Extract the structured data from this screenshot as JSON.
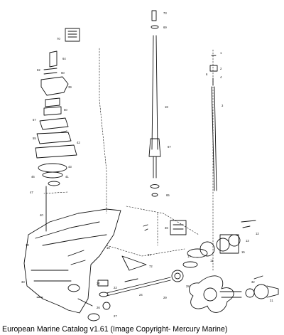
{
  "caption": "European Marine Catalog v1.61 (Image Copyright- Mercury Marine)",
  "callouts": {
    "shaft_top": "73",
    "shaft_seal": "69",
    "driveshaft": "18",
    "shaft_lower_a": "67",
    "shaft_lower_b": "65",
    "decal_top": "70",
    "bushing": "64",
    "screw_a": "62",
    "screw_b": "60",
    "pump_base": "39",
    "impeller_a": "50",
    "impeller_b": "57",
    "plate_a": "55",
    "plate_b": "42",
    "seal_a": "43",
    "oring_a": "46",
    "oring_b": "41",
    "washer_a": "47",
    "shift_rod": "40",
    "housing_a": "10",
    "housing_b": "33",
    "housing_c": "16",
    "shift_a": "1",
    "shift_b": "2",
    "shift_c": "4",
    "shift_d": "6",
    "shift_rod_right": "3",
    "decal_right": "36",
    "seal_right_a": "13",
    "seal_right_b": "15",
    "seal_right_c": "12",
    "bearing_a": "11",
    "bearing_b": "17",
    "gear_a": "27",
    "gear_b": "22",
    "gear_c": "24",
    "gear_d": "29",
    "prop_shaft": "28",
    "prop_nut": "31",
    "prop_washer": "32",
    "anode": "37",
    "fin": "72",
    "clip": "20",
    "pinion": "26"
  }
}
